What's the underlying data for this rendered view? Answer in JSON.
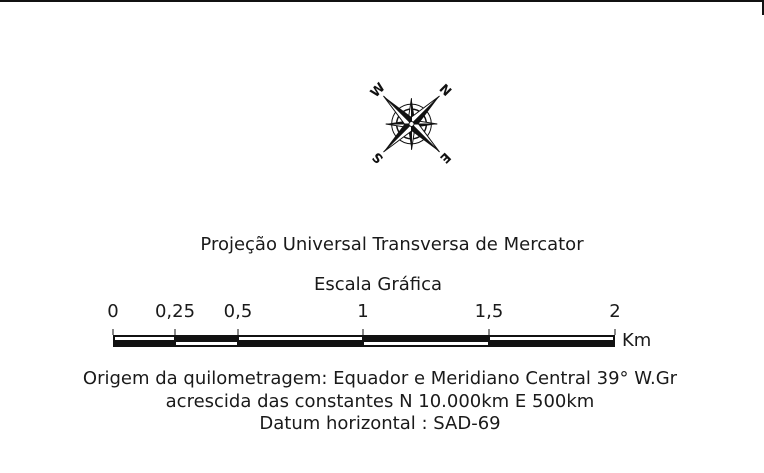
{
  "compass": {
    "icon": "compass-rose-icon",
    "labels": {
      "north": "N",
      "south": "S",
      "east": "E",
      "west": "W"
    }
  },
  "legend": {
    "projection": "Projeção Universal Transversa de Mercator",
    "scale_title": "Escala Gráfica",
    "scale_ticks": [
      "0",
      "0,25",
      "0,5",
      "1",
      "1,5",
      "2"
    ],
    "scale_unit": "Km",
    "origin_note": "Origem da quilometragem: Equador e Meridiano Central 39° W.Gr",
    "constants_note": "acrescida das constantes N 10.000km  E 500km",
    "datum_note": "Datum horizontal : SAD-69"
  }
}
